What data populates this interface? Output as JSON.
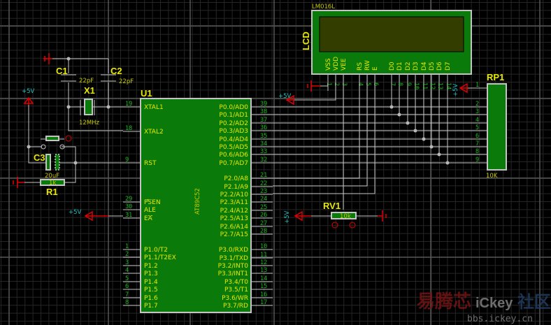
{
  "power_label": "+5V",
  "u1": {
    "ref": "U1",
    "part": "AT89C52",
    "left_pins": [
      {
        "num": "19",
        "name": "XTAL1"
      },
      {
        "num": "18",
        "name": "XTAL2"
      },
      {
        "num": "9",
        "name": "RST"
      },
      {
        "num": "29",
        "name": "PSEN",
        "overline": true
      },
      {
        "num": "30",
        "name": "ALE"
      },
      {
        "num": "31",
        "name": "EA",
        "overline": true
      },
      {
        "num": "1",
        "name": "P1.0/T2"
      },
      {
        "num": "2",
        "name": "P1.1/T2EX"
      },
      {
        "num": "3",
        "name": "P1.2"
      },
      {
        "num": "4",
        "name": "P1.3"
      },
      {
        "num": "5",
        "name": "P1.4"
      },
      {
        "num": "6",
        "name": "P1.5"
      },
      {
        "num": "7",
        "name": "P1.6"
      },
      {
        "num": "8",
        "name": "P1.7"
      }
    ],
    "right_pins": [
      {
        "num": "39",
        "name": "P0.0/AD0"
      },
      {
        "num": "38",
        "name": "P0.1/AD1"
      },
      {
        "num": "37",
        "name": "P0.2/AD2"
      },
      {
        "num": "36",
        "name": "P0.3/AD3"
      },
      {
        "num": "35",
        "name": "P0.4/AD4"
      },
      {
        "num": "34",
        "name": "P0.5/AD5"
      },
      {
        "num": "33",
        "name": "P0.6/AD6"
      },
      {
        "num": "32",
        "name": "P0.7/AD7"
      },
      {
        "num": "21",
        "name": "P2.0/A8"
      },
      {
        "num": "22",
        "name": "P2.1/A9"
      },
      {
        "num": "23",
        "name": "P2.2/A10"
      },
      {
        "num": "24",
        "name": "P2.3/A11"
      },
      {
        "num": "25",
        "name": "P2.4/A12"
      },
      {
        "num": "26",
        "name": "P2.5/A13"
      },
      {
        "num": "27",
        "name": "P2.6/A14"
      },
      {
        "num": "28",
        "name": "P2.7/A15"
      },
      {
        "num": "10",
        "name": "P3.0/RXD"
      },
      {
        "num": "11",
        "name": "P3.1/TXD"
      },
      {
        "num": "12",
        "name": "P3.2/INT0"
      },
      {
        "num": "13",
        "name": "P3.3/INT1"
      },
      {
        "num": "14",
        "name": "P3.4/T0"
      },
      {
        "num": "15",
        "name": "P3.5/T1"
      },
      {
        "num": "16",
        "name": "P3.6/WR"
      },
      {
        "num": "17",
        "name": "P3.7/RD"
      }
    ]
  },
  "lcd": {
    "model": "LM016L",
    "ref": "LCD",
    "pins": [
      {
        "name": "VSS",
        "num": "1"
      },
      {
        "name": "VDD",
        "num": "2"
      },
      {
        "name": "VEE",
        "num": "3"
      },
      {
        "name": "RS",
        "num": "4"
      },
      {
        "name": "RW",
        "num": "5"
      },
      {
        "name": "E",
        "num": "6"
      },
      {
        "name": "D0",
        "num": "7"
      },
      {
        "name": "D1",
        "num": "8"
      },
      {
        "name": "D2",
        "num": "9"
      },
      {
        "name": "D3",
        "num": "10"
      },
      {
        "name": "D4",
        "num": "11"
      },
      {
        "name": "D5",
        "num": "12"
      },
      {
        "name": "D6",
        "num": "13"
      },
      {
        "name": "D7",
        "num": "14"
      }
    ],
    "screen_color": "#333d00"
  },
  "rp1": {
    "ref": "RP1",
    "value": "10K",
    "pins": [
      "1",
      "2",
      "3",
      "4",
      "5",
      "6",
      "7",
      "8",
      "9"
    ]
  },
  "rv1": {
    "ref": "RV1",
    "value": "10k"
  },
  "c1": {
    "ref": "C1",
    "value": "22pF"
  },
  "c2": {
    "ref": "C2",
    "value": "22pF"
  },
  "c3": {
    "ref": "C3",
    "value": "20uF"
  },
  "x1": {
    "ref": "X1",
    "value": "12MHz"
  },
  "r1": {
    "ref": "R1",
    "value": "1k"
  },
  "watermark": {
    "brand_cn": "易腾芯",
    "brand": "iCkey",
    "community": "社区",
    "url": "bbs.ickey.cn"
  },
  "colors": {
    "background": "#000000",
    "component": "#0a7a0a",
    "wire": "#c4c4c4",
    "text": "#e8e800",
    "pin_number": "#1fb81f",
    "power": "#e00000",
    "power_label": "#20c0c0"
  }
}
